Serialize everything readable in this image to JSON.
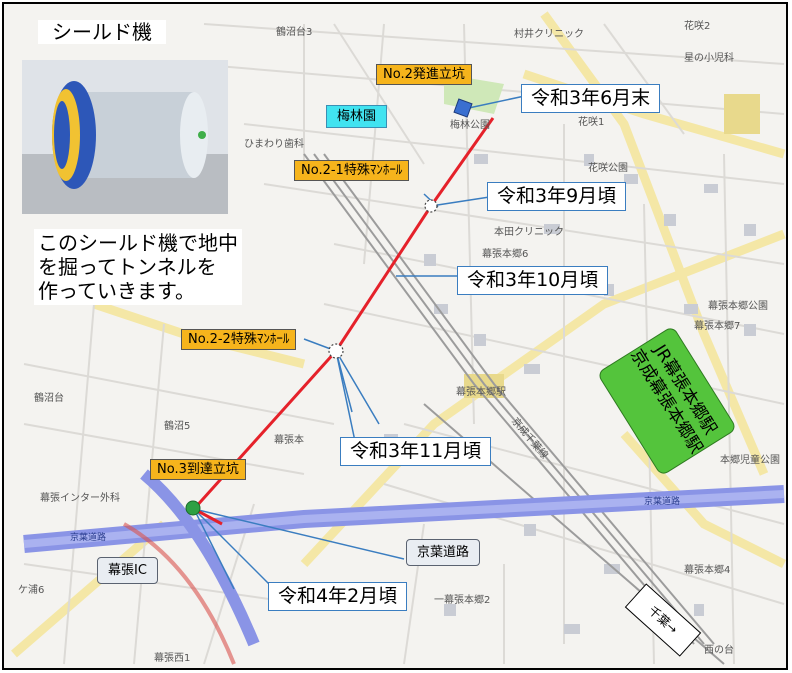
{
  "panel": {
    "title": "シールド機",
    "description": "このシールド機で地中\nを掘ってトンネルを\n作っていきます。"
  },
  "labels": {
    "shaft_start": "No.2発進立坑",
    "manhole_1": "No.2-1特殊ﾏﾝﾎｰﾙ",
    "manhole_2": "No.2-2特殊ﾏﾝﾎｰﾙ",
    "shaft_arrival": "No.3到達立坑",
    "park": "梅林園",
    "ic": "幕張IC",
    "road": "京葉道路"
  },
  "callouts": {
    "c1": "令和3年6月末",
    "c2": "令和3年9月頃",
    "c3": "令和3年10月頃",
    "c4": "令和3年11月頃",
    "c5": "令和4年2月頃"
  },
  "station": "JR幕張本郷駅\n京成幕張本郷駅",
  "direction_sign": "千葉→",
  "map_text": {
    "kemigawa3": "鶴沼台3",
    "murai_clinic": "村井クリニック",
    "hanasaki2": "花咲2",
    "hoshinokoji": "星の小児科",
    "hanasaki1": "花咲1",
    "umebayashi_park": "梅林公園",
    "himawari": "ひまわり歯科",
    "hanasaki_park": "花咲公園",
    "honda_clinic": "本田クリニック",
    "makuhari_hongo6": "幕張本郷6",
    "makuhari_hongo7": "幕張本郷7",
    "makuhari_park": "幕張本郷公園",
    "kemigawa5": "鶴沼5",
    "makuhari_hongo_st": "幕張本郷駅",
    "makuhari_hongo_small": "幕張本",
    "keisei_line": "京成千葉線",
    "ic_clinic": "幕張インター外科",
    "keiyo_road_w": "京葉道路",
    "keiyo_road_e": "京葉道路",
    "honjo_park": "本郷児童公園",
    "makuhari_hongo4": "幕張本郷4",
    "hongo2": "一幕張本郷2",
    "makuhari_nishi1": "幕張西1",
    "kemigawa6": "ケ浦6",
    "tsuruya": "鶴沼台",
    "nishino": "西の台"
  },
  "colors": {
    "route": "#e5212a",
    "shaft_start": "#3a6fd0",
    "shaft_arrival": "#2ea043",
    "highway": "#8a94e6",
    "railway": "#9c9c9c",
    "callout_border": "#3a7dc0",
    "orange_label": "#f6b41c",
    "station_fill": "#54c43c",
    "park_label": "#41e3f0"
  }
}
